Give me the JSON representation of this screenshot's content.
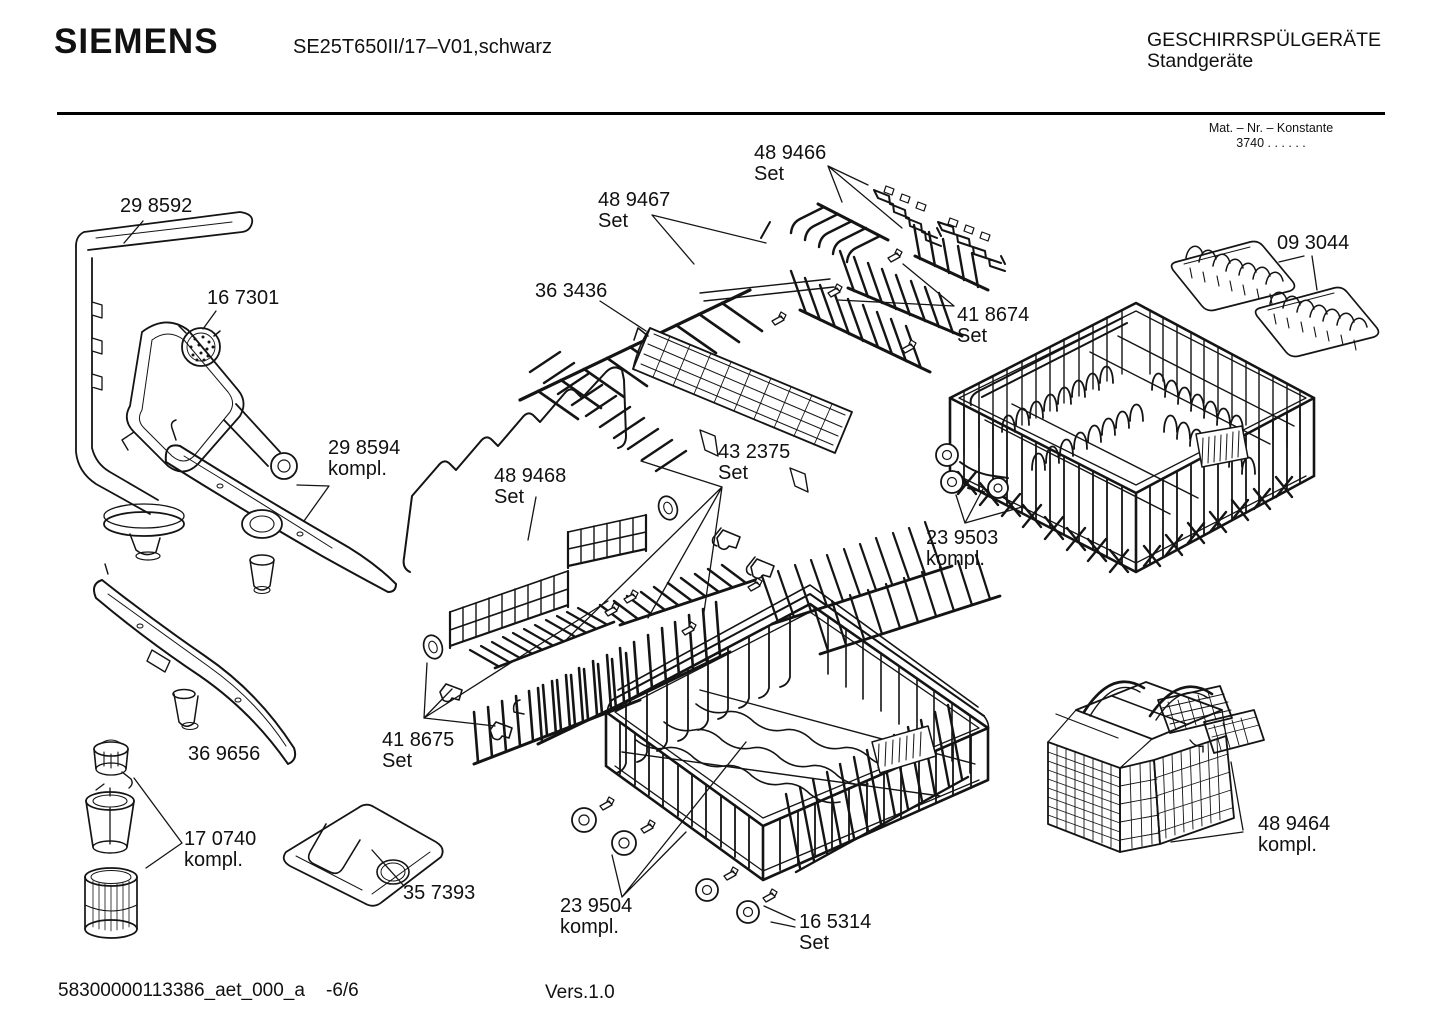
{
  "header": {
    "brand": "SIEMENS",
    "model": "SE25T650II/17–V01,schwarz",
    "category": "GESCHIRRSPÜLGERÄTE",
    "subcategory": "Standgeräte",
    "mat_line1": "Mat. – Nr. – Konstante",
    "mat_line2": "3740 . .   . . . ."
  },
  "footer": {
    "document_id": "58300000113386_aet_000_a",
    "page": "-6/6",
    "version": "Vers.1.0"
  },
  "colors": {
    "line": "#141414",
    "background": "#ffffff"
  },
  "parts": [
    {
      "number": "29 8592",
      "qualifier": ""
    },
    {
      "number": "16 7301",
      "qualifier": ""
    },
    {
      "number": "48 9467",
      "qualifier": "Set"
    },
    {
      "number": "48 9466",
      "qualifier": "Set"
    },
    {
      "number": "36 3436",
      "qualifier": ""
    },
    {
      "number": "09 3044",
      "qualifier": ""
    },
    {
      "number": "41 8674",
      "qualifier": "Set"
    },
    {
      "number": "29 8594",
      "qualifier": "kompl."
    },
    {
      "number": "48 9468",
      "qualifier": "Set"
    },
    {
      "number": "43 2375",
      "qualifier": "Set"
    },
    {
      "number": "23 9503",
      "qualifier": "kompl."
    },
    {
      "number": "36 9656",
      "qualifier": ""
    },
    {
      "number": "41 8675",
      "qualifier": "Set"
    },
    {
      "number": "17 0740",
      "qualifier": "kompl."
    },
    {
      "number": "35 7393",
      "qualifier": ""
    },
    {
      "number": "23 9504",
      "qualifier": "kompl."
    },
    {
      "number": "16 5314",
      "qualifier": "Set"
    },
    {
      "number": "48 9464",
      "qualifier": "kompl."
    }
  ]
}
